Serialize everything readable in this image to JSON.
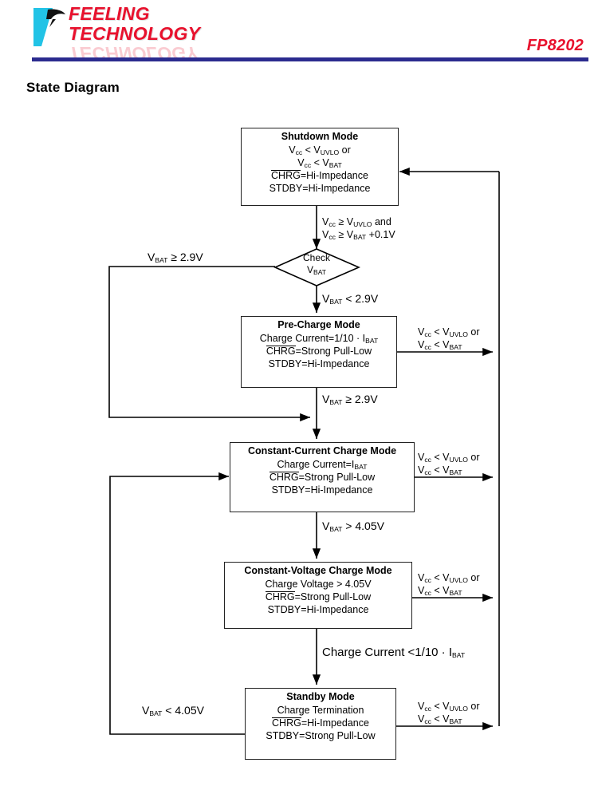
{
  "header": {
    "logo_line1": "FEELING",
    "logo_line2": "TECHNOLOGY",
    "logo_mark_name": "feeling-technology-logo",
    "part_number": "FP8202",
    "rule_color": "#2b2b8f",
    "brand_color": "#e8112d"
  },
  "section": {
    "title": "State Diagram"
  },
  "diagram": {
    "nodes": {
      "shutdown": {
        "title": "Shutdown Mode",
        "line1_a": "V",
        "line1_sub": "cc",
        "line1_b": " < V",
        "line1_sub2": "UVLO",
        "line1_c": " or",
        "line2_a": "V",
        "line2_sub": "cc",
        "line2_b": " < V",
        "line2_sub2": "BAT",
        "chrg": "CHRG",
        "chrg_val": "=Hi-Impedance",
        "stdby": "STDBY",
        "stdby_val": "=Hi-Impedance"
      },
      "precharge": {
        "title": "Pre-Charge Mode",
        "current_a": "Charge Current=1/10 · I",
        "current_sub": "BAT",
        "chrg": "CHRG",
        "chrg_val": "=Strong Pull-Low",
        "stdby": "STDBY",
        "stdby_val": "=Hi-Impedance"
      },
      "cc": {
        "title": "Constant-Current Charge Mode",
        "current_a": "Charge Current=I",
        "current_sub": "BAT",
        "chrg": "CHRG",
        "chrg_val": "=Strong Pull-Low",
        "stdby": "STDBY",
        "stdby_val": "=Hi-Impedance"
      },
      "cv": {
        "title": "Constant-Voltage Charge Mode",
        "voltage": "Charge Voltage > 4.05V",
        "chrg": "CHRG",
        "chrg_val": "=Strong Pull-Low",
        "stdby": "STDBY",
        "stdby_val": "=Hi-Impedance"
      },
      "standby": {
        "title": "Standby Mode",
        "termination": "Charge Termination",
        "chrg": "CHRG",
        "chrg_val": "=Hi-Impedance",
        "stdby": "STDBY",
        "stdby_val": "=Strong Pull-Low"
      },
      "check": {
        "line1": "Check",
        "line2_a": "V",
        "line2_sub": "BAT"
      }
    },
    "edges": {
      "enter_check_a": "V",
      "enter_check_a_sub": "cc",
      "enter_check_a_b": " ≥ V",
      "enter_check_a_sub2": "UVLO",
      "enter_check_a_c": " and",
      "enter_check_b": "V",
      "enter_check_b_sub": "cc",
      "enter_check_b_b": " ≥ V",
      "enter_check_b_sub2": "BAT",
      "enter_check_b_c": " +0.1V",
      "check_left_a": "V",
      "check_left_sub": "BAT",
      "check_left_b": " ≥ 2.9V",
      "check_down_a": "V",
      "check_down_sub": "BAT",
      "check_down_b": " < 2.9V",
      "pre_to_cc_a": "V",
      "pre_to_cc_sub": "BAT",
      "pre_to_cc_b": " ≥ 2.9V",
      "cc_to_cv_a": "V",
      "cc_to_cv_sub": "BAT",
      "cc_to_cv_b": " > 4.05V",
      "cv_to_standby_a": "Charge Current <1/10 · I",
      "cv_to_standby_sub": "BAT",
      "standby_back_a": "V",
      "standby_back_sub": "BAT",
      "standby_back_b": " < 4.05V",
      "fault_line1_a": "V",
      "fault_line1_sub": "cc",
      "fault_line1_b": " < V",
      "fault_line1_sub2": "UVLO",
      "fault_line1_c": " or",
      "fault_line2_a": "V",
      "fault_line2_sub": "cc",
      "fault_line2_b": " < V",
      "fault_line2_sub2": "BAT"
    }
  }
}
